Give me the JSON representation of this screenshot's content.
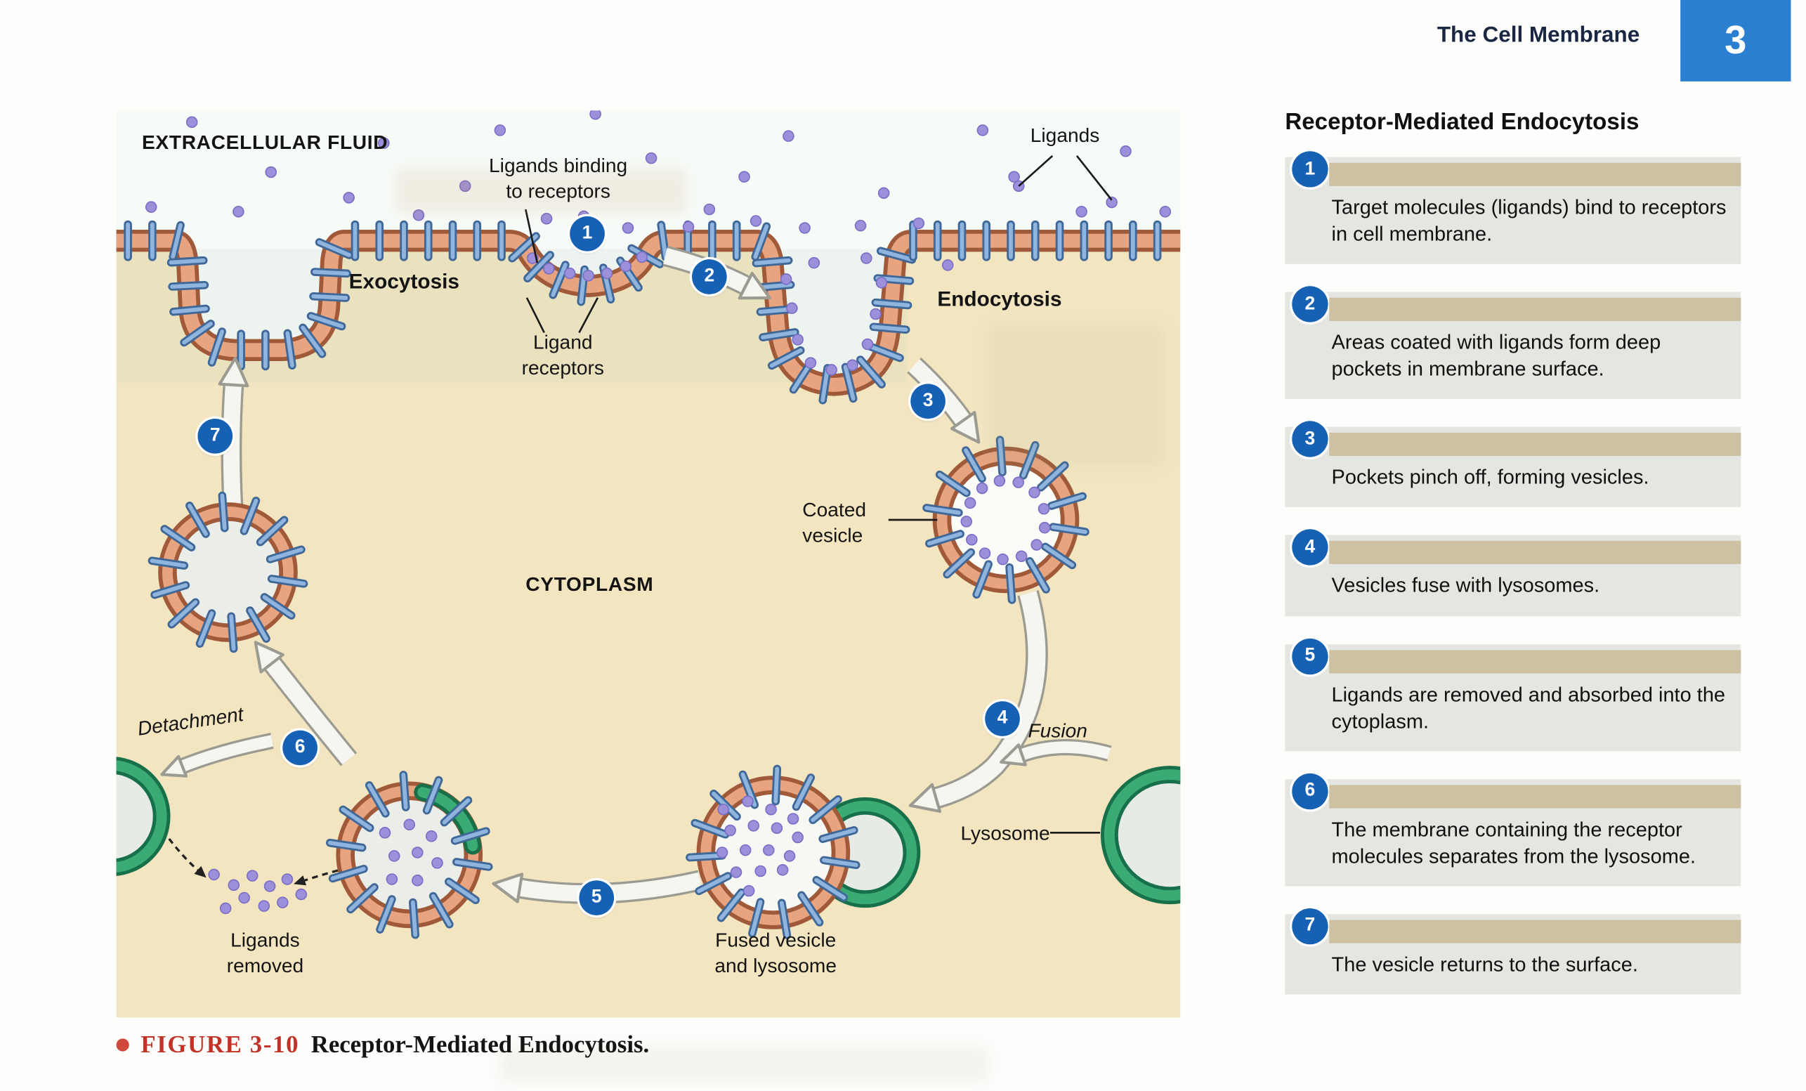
{
  "page": {
    "header": {
      "title": "The Cell Membrane",
      "chapter_number": "3"
    },
    "caption": {
      "figure_label": "FIGURE 3-10",
      "figure_title": "Receptor-Mediated Endocytosis."
    }
  },
  "diagram": {
    "markers": [
      "1",
      "2",
      "3",
      "4",
      "5",
      "6",
      "7"
    ],
    "labels": {
      "extracellular_fluid": "EXTRACELLULAR FLUID",
      "ligands": "Ligands",
      "ligands_binding_to_receptors": "Ligands binding\nto receptors",
      "exocytosis": "Exocytosis",
      "endocytosis": "Endocytosis",
      "ligand_receptors": "Ligand\nreceptors",
      "coated_vesicle": "Coated\nvesicle",
      "cytoplasm": "CYTOPLASM",
      "fusion": "Fusion",
      "lysosome": "Lysosome",
      "fused_vesicle_and_lysosome": "Fused vesicle\nand lysosome",
      "ligands_removed": "Ligands\nremoved",
      "detachment": "Detachment"
    }
  },
  "sidebar": {
    "title": "Receptor-Mediated Endocytosis",
    "steps": [
      {
        "number": "1",
        "text": "Target molecules (ligands) bind to receptors in cell membrane."
      },
      {
        "number": "2",
        "text": "Areas coated with ligands form deep pockets in membrane surface."
      },
      {
        "number": "3",
        "text": "Pockets pinch off, forming vesicles."
      },
      {
        "number": "4",
        "text": "Vesicles fuse with lysosomes."
      },
      {
        "number": "5",
        "text": "Ligands are removed and absorbed into the cytoplasm."
      },
      {
        "number": "6",
        "text": "The membrane containing the receptor molecules separates from the lysosome."
      },
      {
        "number": "7",
        "text": "The vesicle returns to the surface."
      }
    ]
  },
  "colors": {
    "chapter_box_blue": "#2a7fd0",
    "step_marker_blue": "#1761b5",
    "membrane_salmon": "#e8a47f",
    "membrane_outline": "#a05a39",
    "receptor_blue": "#8fb4dd",
    "receptor_blue_dark": "#3f6898",
    "ligand_purple": "#9c90da",
    "lysosome_green": "#3bab75",
    "lysosome_green_dark": "#17704a",
    "cytoplasm_tan": "#f3e5bf",
    "extracellular_white": "#f7fbf8",
    "figure_label_red": "#c23327",
    "sidebar_bar_tan": "#cdc1a2",
    "sidebar_block_gray": "#e5e6e1",
    "arrow_fill": "#f6f6f0",
    "arrow_edge": "#9b9b92"
  }
}
